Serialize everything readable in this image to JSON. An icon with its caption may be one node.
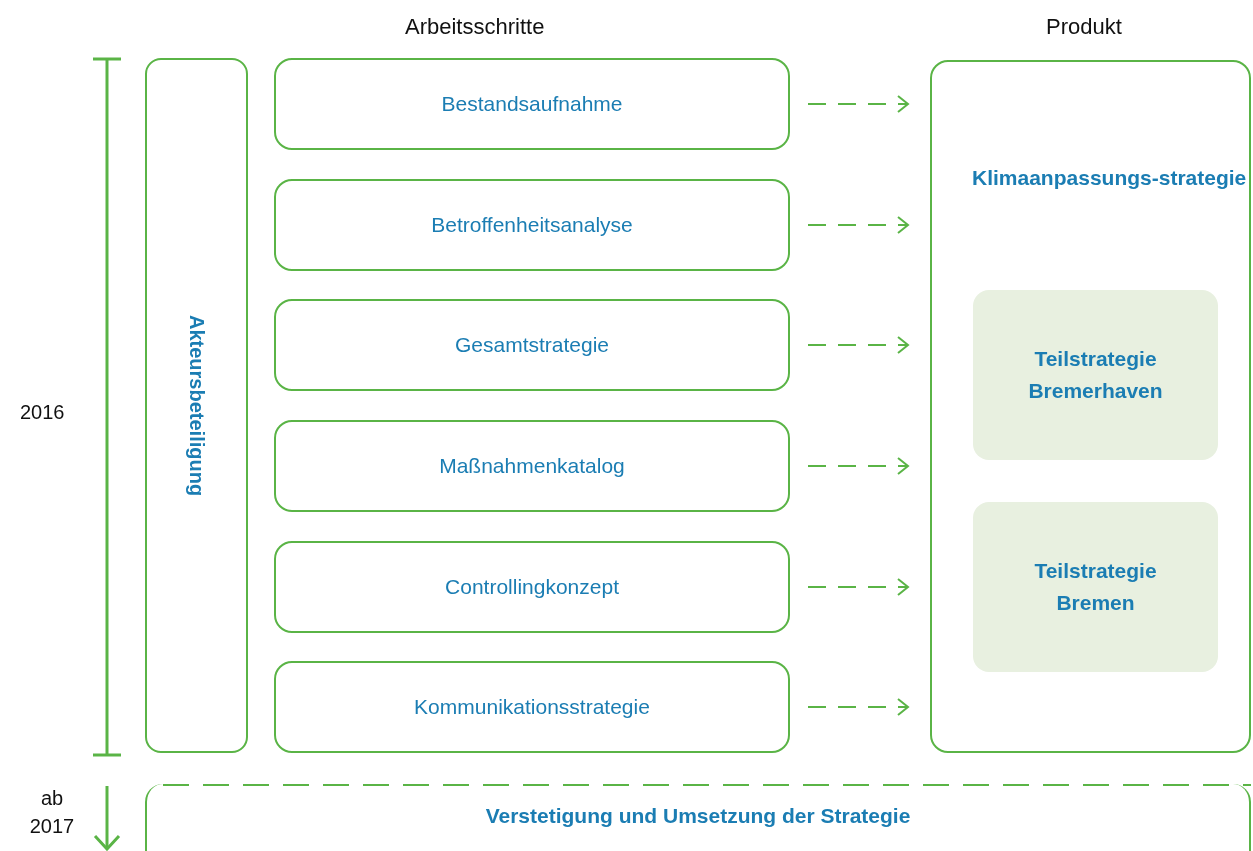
{
  "diagram": {
    "nodes": [
      {
        "text": [
          "Akteursbeteiligung"
        ]
      },
      {
        "text": [
          "Bestandsaufnahme"
        ]
      },
      {
        "text": [
          "Betroffenheitsanalyse"
        ]
      },
      {
        "text": [
          "Gesamtstrategie"
        ]
      },
      {
        "text": [
          "Maßnahmenkatalog"
        ]
      },
      {
        "text": [
          "Controllingkonzept"
        ]
      },
      {
        "text": [
          "Kommunikationsstrategie"
        ]
      },
      {
        "text": [
          "Klimaanpassungs-strategie"
        ]
      },
      {
        "text": [
          "Teilstrategie Bremerhaven"
        ],
        "in": 7
      },
      {
        "text": [
          "Teilstrategie Bremen"
        ],
        "in": 7
      },
      {
        "text": [
          "Verstetigung und Umsetzung der Strategie"
        ]
      }
    ],
    "edges": [
      {
        "from": 1,
        "to": 7,
        "arrow": "to",
        "style": "dashed"
      },
      {
        "from": 2,
        "to": 7,
        "arrow": "to",
        "style": "dashed"
      },
      {
        "from": 3,
        "to": 7,
        "arrow": "to",
        "style": "dashed"
      },
      {
        "from": 4,
        "to": 7,
        "arrow": "to",
        "style": "dashed"
      },
      {
        "from": 5,
        "to": 7,
        "arrow": "to",
        "style": "dashed"
      },
      {
        "from": 6,
        "to": 7,
        "arrow": "to",
        "style": "dashed"
      }
    ],
    "labels": [
      "Arbeitsschritte",
      "Produkt",
      "2016",
      "ab 2017"
    ]
  }
}
